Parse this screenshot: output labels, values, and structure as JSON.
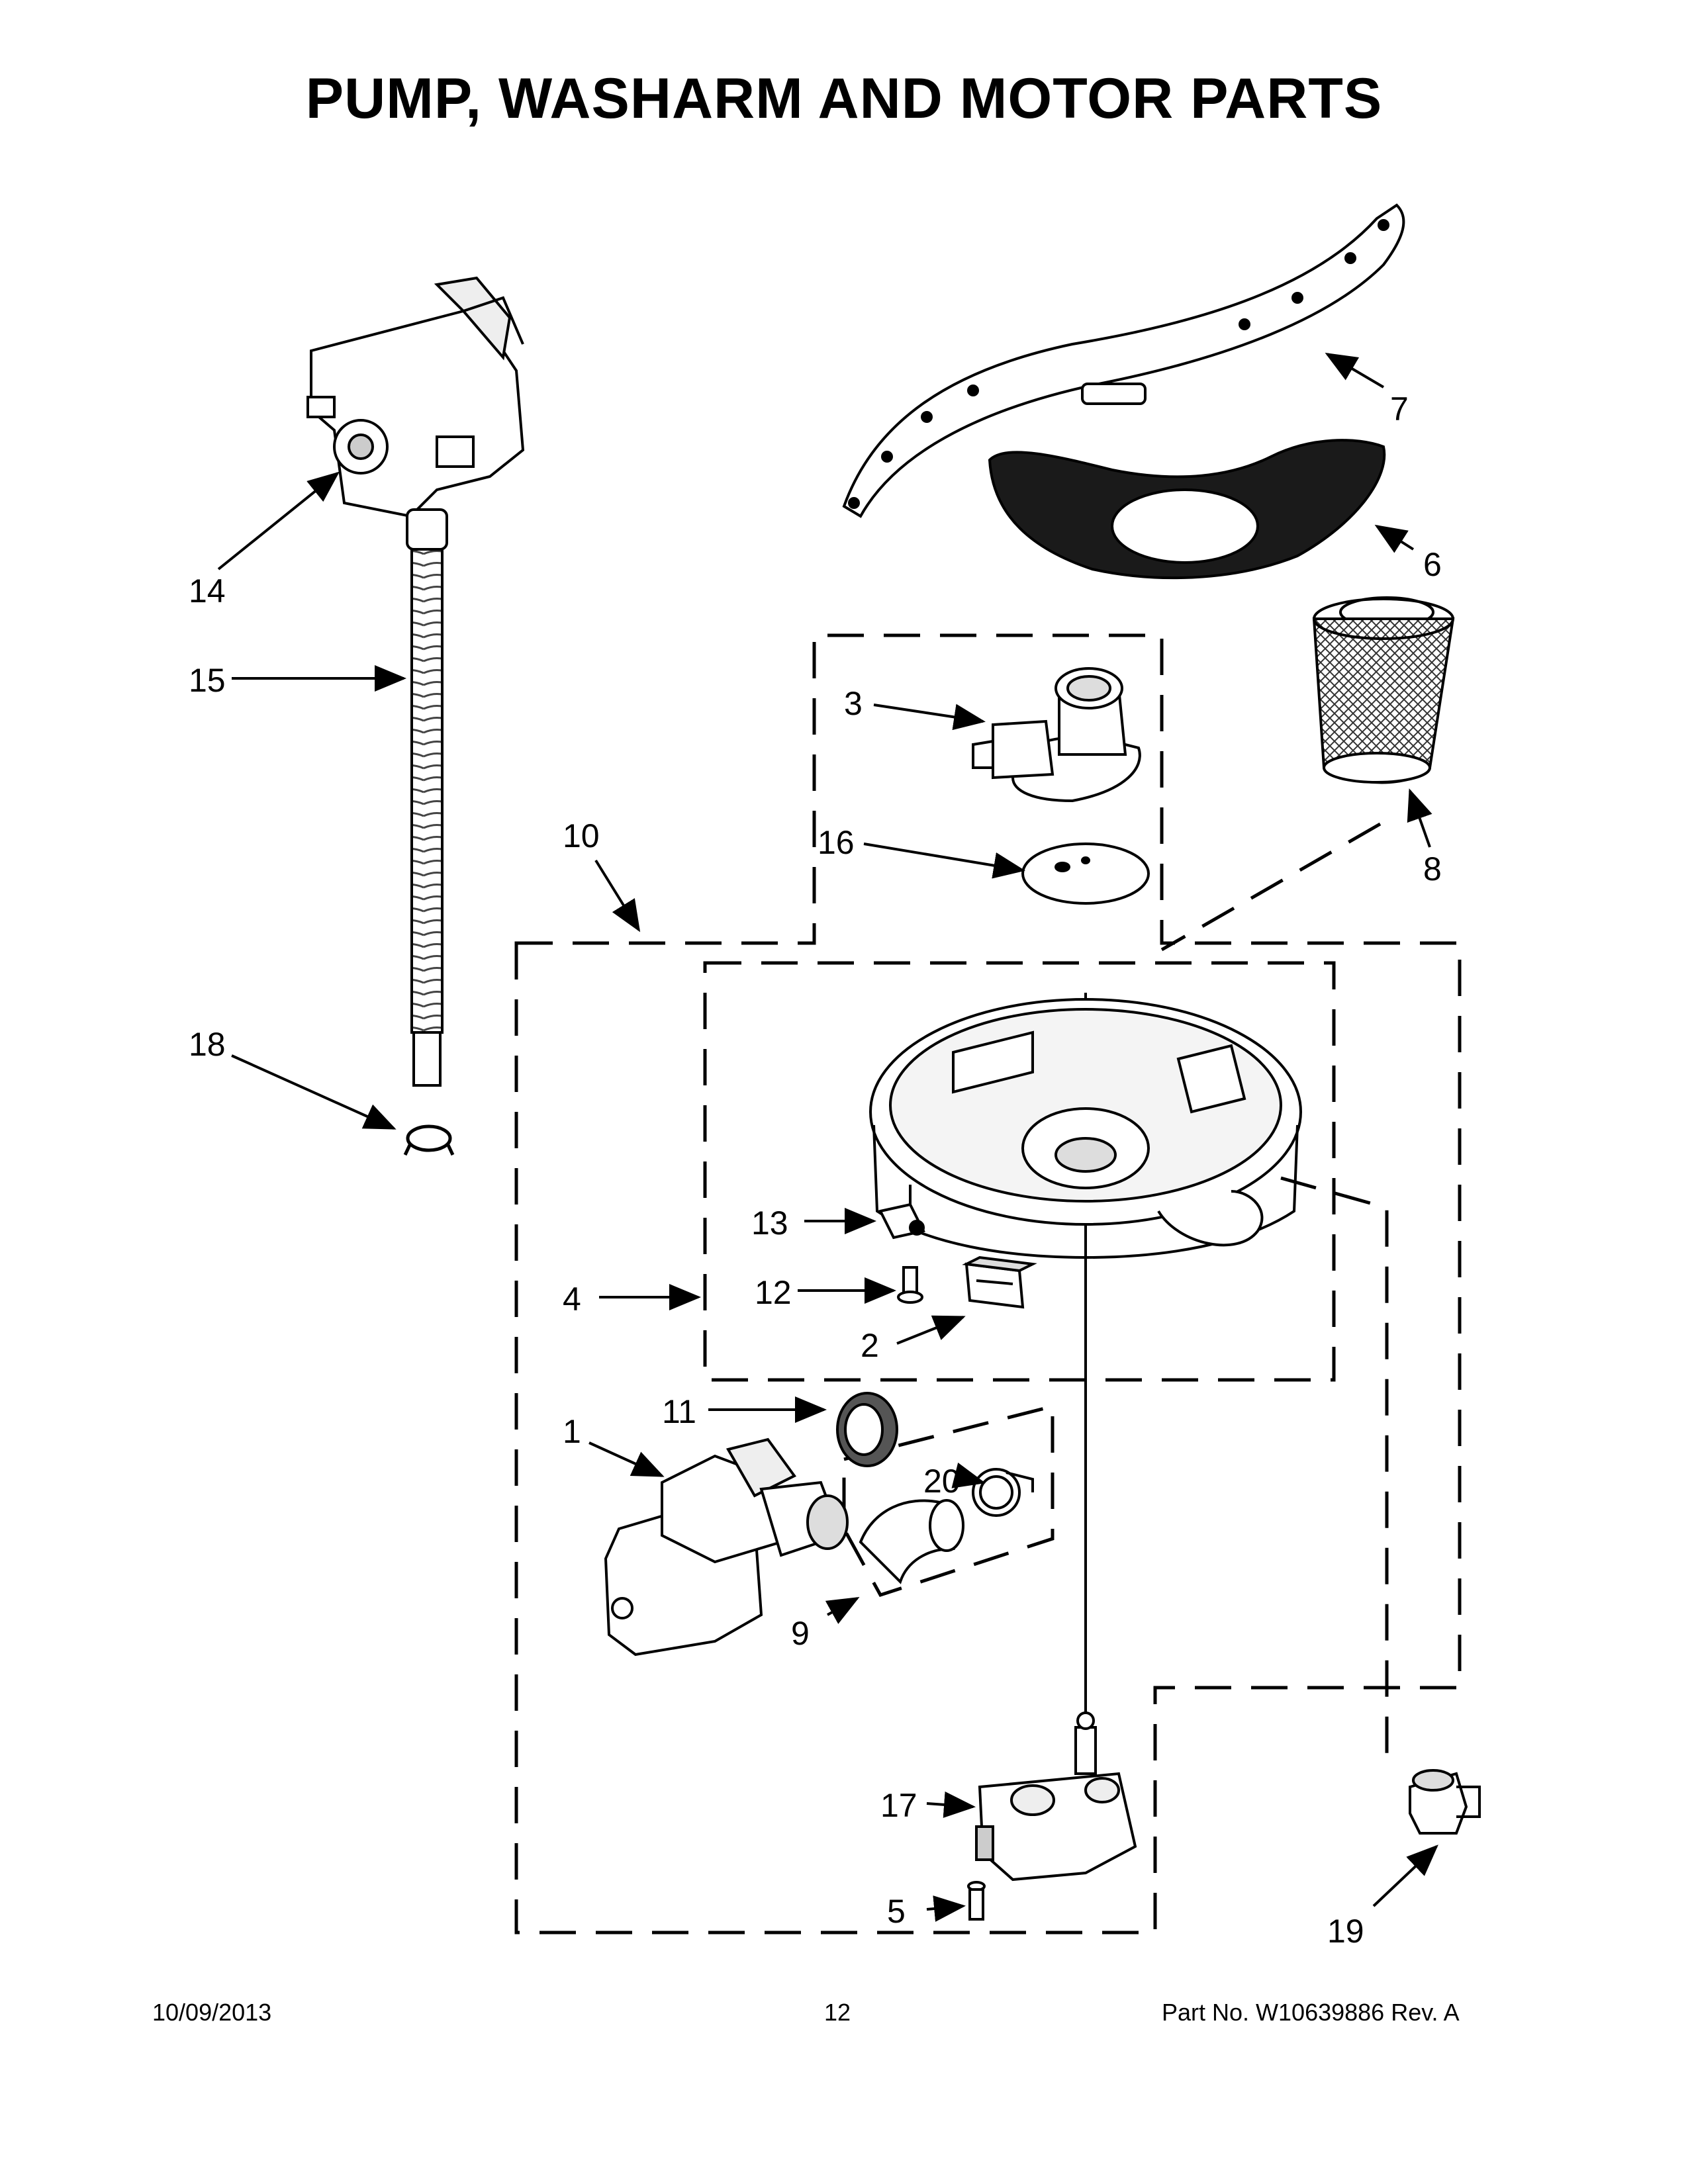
{
  "title": "PUMP, WASHARM AND MOTOR PARTS",
  "callouts": {
    "c1": "1",
    "c2": "2",
    "c3": "3",
    "c4": "4",
    "c5": "5",
    "c6": "6",
    "c7": "7",
    "c8": "8",
    "c9": "9",
    "c10": "10",
    "c11": "11",
    "c12": "12",
    "c13": "13",
    "c14": "14",
    "c15": "15",
    "c16": "16",
    "c17": "17",
    "c18": "18",
    "c19": "19",
    "c20": "20"
  },
  "footer": {
    "date": "10/09/2013",
    "page": "12",
    "part_no": "Part No.  W10639886  Rev.  A"
  }
}
